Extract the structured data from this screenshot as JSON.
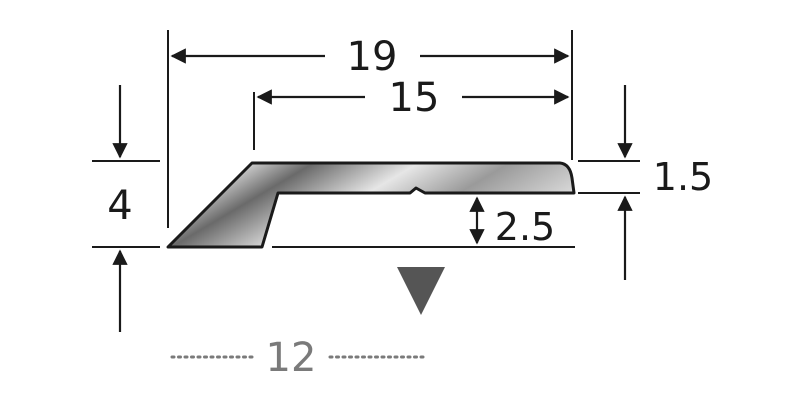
{
  "diagram": {
    "dimensions": {
      "overall_width": "19",
      "top_width": "15",
      "height": "4",
      "top_thickness": "1.5",
      "leg_height": "2.5",
      "gap": "12"
    },
    "colors": {
      "line": "#1a1a1a",
      "profile_dark": "#5a5a5a",
      "profile_light": "#e8e8e8",
      "marker": "#555555",
      "dotted": "#7a7a7a"
    }
  }
}
